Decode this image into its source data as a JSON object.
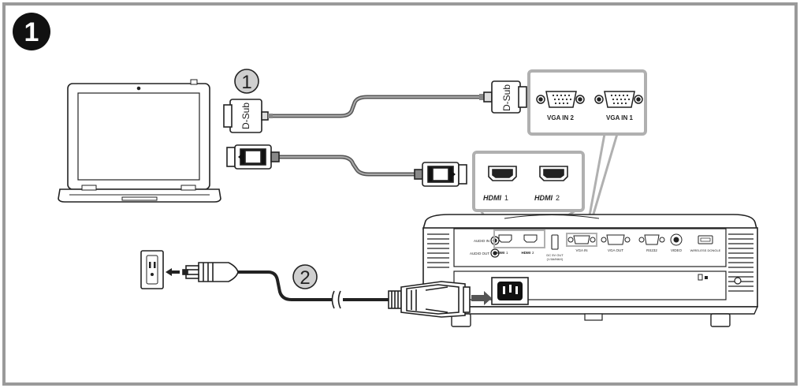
{
  "step": {
    "number": "1"
  },
  "callouts": {
    "video": "1",
    "power": "2"
  },
  "connectors": {
    "dsub_laptop": "D-Sub",
    "dsub_projector": "D-Sub"
  },
  "zoom_vga": {
    "port1": "VGA IN 2",
    "port2": "VGA IN 1"
  },
  "zoom_hdmi": {
    "port1_logo": "HDMI",
    "port1_num": "1",
    "port2_logo": "HDMI",
    "port2_num": "2"
  },
  "projector_panel": {
    "audio_in": "AUDIO IN",
    "audio_out": "AUDIO OUT",
    "hdmi1_logo": "HDMI",
    "hdmi1_num": "1",
    "hdmi2_logo": "HDMI",
    "hdmi2_num": "2",
    "dc_out_line1": "DC 5V OUT",
    "dc_out_line2": "(1.5A/MAX)",
    "vga_in": "VGA IN",
    "vga_out": "VGA OUT",
    "rs232": "RS232",
    "video": "VIDEO",
    "wireless": "WIRELESS DONGLE"
  },
  "colors": {
    "frame": "#9a9a9a",
    "cable": "#555555",
    "zoom_box": "#b0b0b0",
    "body": "#ffffff",
    "ink": "#222222"
  }
}
